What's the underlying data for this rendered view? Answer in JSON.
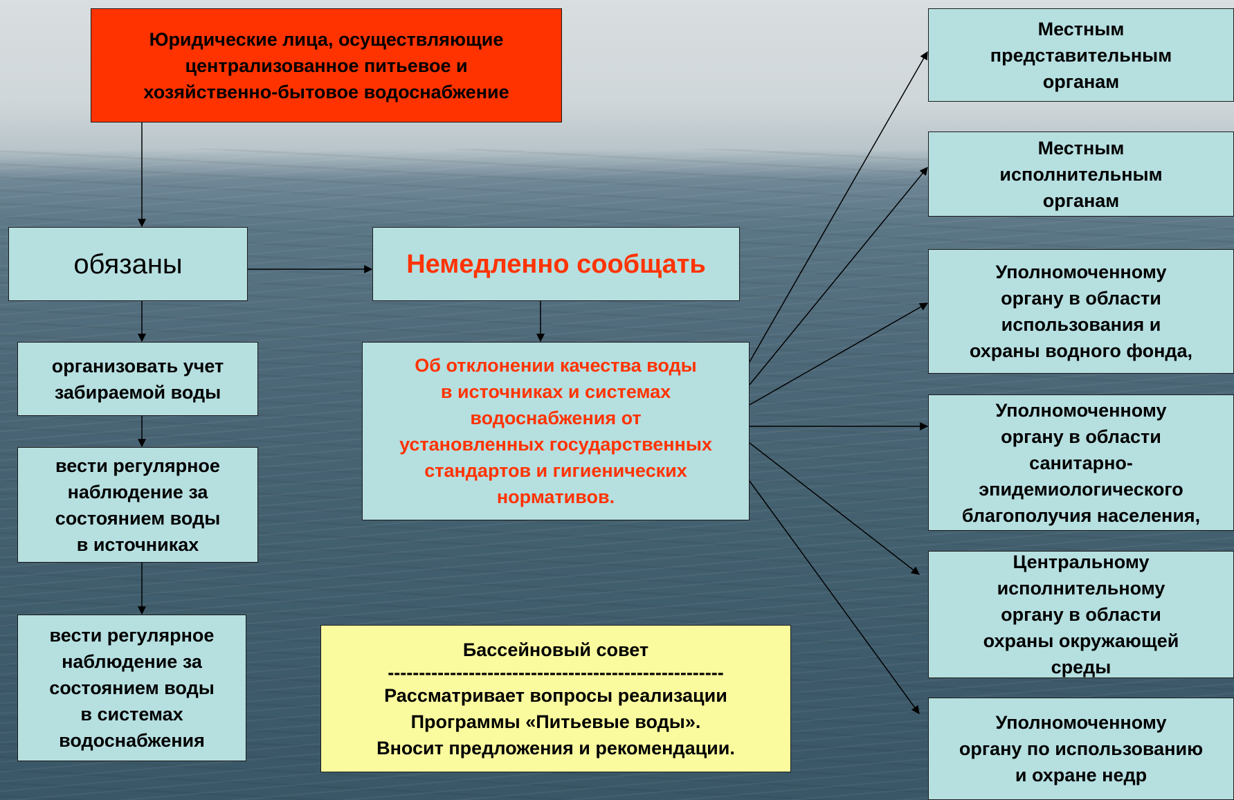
{
  "source": {
    "text": "Юридические лица, осуществляющие\nцентрализованное питьевое и\nхозяйственно-бытовое водоснабжение"
  },
  "obliged": {
    "text": "обязаны"
  },
  "report": {
    "text": "Немедленно сообщать"
  },
  "deviation": {
    "text": "Об отклонении качества воды\nв источниках и системах\nводоснабжения от\nустановленных государственных\nстандартов и гигиенических\nнормативов."
  },
  "duties": [
    {
      "text": "организовать учет\nзабираемой воды"
    },
    {
      "text": "вести регулярное\nнаблюдение за\nсостоянием воды\nв источниках"
    },
    {
      "text": "вести регулярное\nнаблюдение за\nсостоянием воды\nв системах\nводоснабжения"
    }
  ],
  "basin_council": {
    "title": "Бассейновый совет",
    "divider": "------------------------------------------------------",
    "body": "Рассматривает вопросы реализации\nПрограммы «Питьевые воды».\nВносит предложения и рекомендации."
  },
  "recipients": [
    {
      "text": "Местным\nпредставительным\nорганам"
    },
    {
      "text": "Местным\nисполнительным\nорганам"
    },
    {
      "text": "Уполномоченному\nоргану в области\nиспользования и\nохраны водного фонда,"
    },
    {
      "text": "Уполномоченному\nоргану в области\nсанитарно-\nэпидемиологического\nблагополучия населения,"
    },
    {
      "text": "Центральному\nисполнительному\nоргану  в области\nохраны окружающей\nсреды"
    },
    {
      "text": "Уполномоченному\nоргану по использованию\nи охране недр"
    }
  ],
  "colors": {
    "box": "#b6dfe0",
    "source_box": "#ff3300",
    "council_box": "#fafa9e",
    "emphasis_text": "#ff3300"
  }
}
